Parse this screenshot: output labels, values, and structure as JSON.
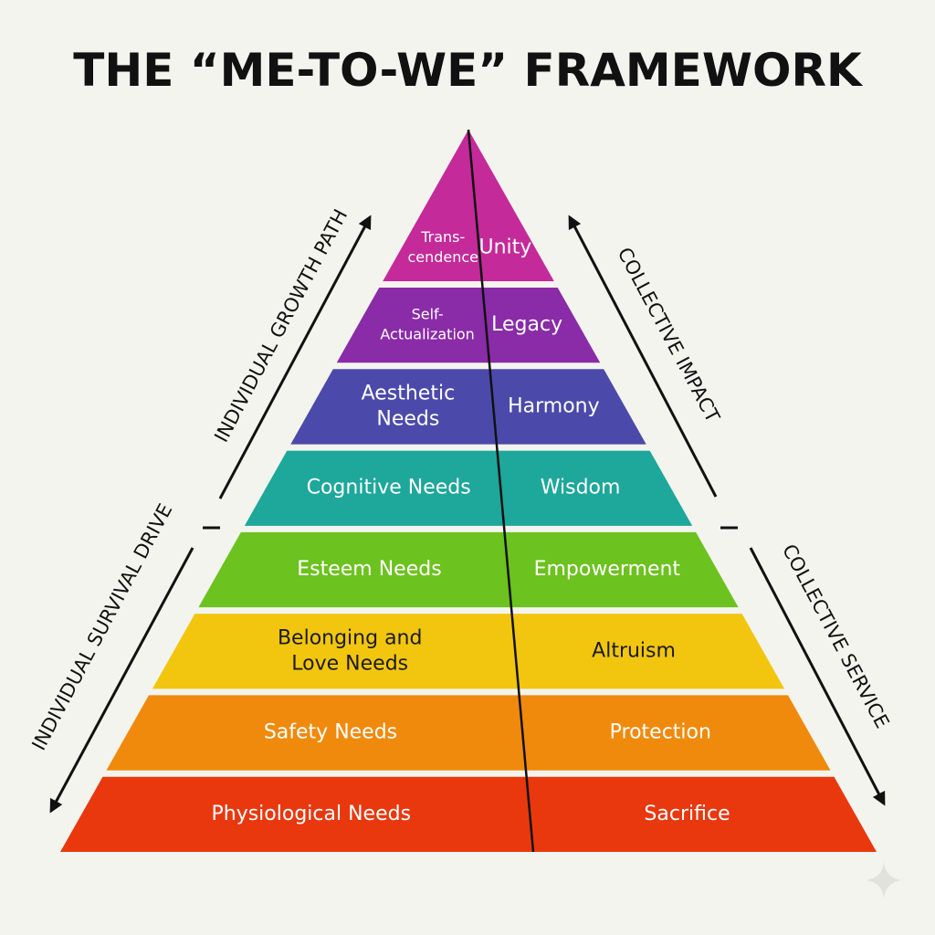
{
  "title": "THE “ME-TO-WE” FRAMEWORK",
  "colors": {
    "background": "#f4f4ef",
    "ink": "#111111",
    "tiers": [
      "#c42a99",
      "#8a2ba8",
      "#4b4aaa",
      "#1ea79b",
      "#6cc21e",
      "#f2c60f",
      "#f08a0c",
      "#e9380e"
    ]
  },
  "tiers": [
    {
      "left": [
        "Trans-",
        "cendence"
      ],
      "right": [
        "Unity"
      ]
    },
    {
      "left": [
        "Self-",
        "Actualization"
      ],
      "right": [
        "Legacy"
      ]
    },
    {
      "left": [
        "Aesthetic",
        "Needs"
      ],
      "right": [
        "Harmony"
      ]
    },
    {
      "left": [
        "Cognitive Needs"
      ],
      "right": [
        "Wisdom"
      ]
    },
    {
      "left": [
        "Esteem Needs"
      ],
      "right": [
        "Empowerment"
      ]
    },
    {
      "left": [
        "Belonging and",
        "Love Needs"
      ],
      "right": [
        "Altruism"
      ]
    },
    {
      "left": [
        "Safety Needs"
      ],
      "right": [
        "Protection"
      ]
    },
    {
      "left": [
        "Physiological Needs"
      ],
      "right": [
        "Sacrifice"
      ]
    }
  ],
  "side_labels": {
    "upper_left": "INDIVIDUAL GROWTH PATH",
    "lower_left": "INDIVIDUAL SURVIVAL DRIVE",
    "upper_right": "COLLECTIVE IMPACT",
    "lower_right": "COLLECTIVE SERVICE"
  }
}
